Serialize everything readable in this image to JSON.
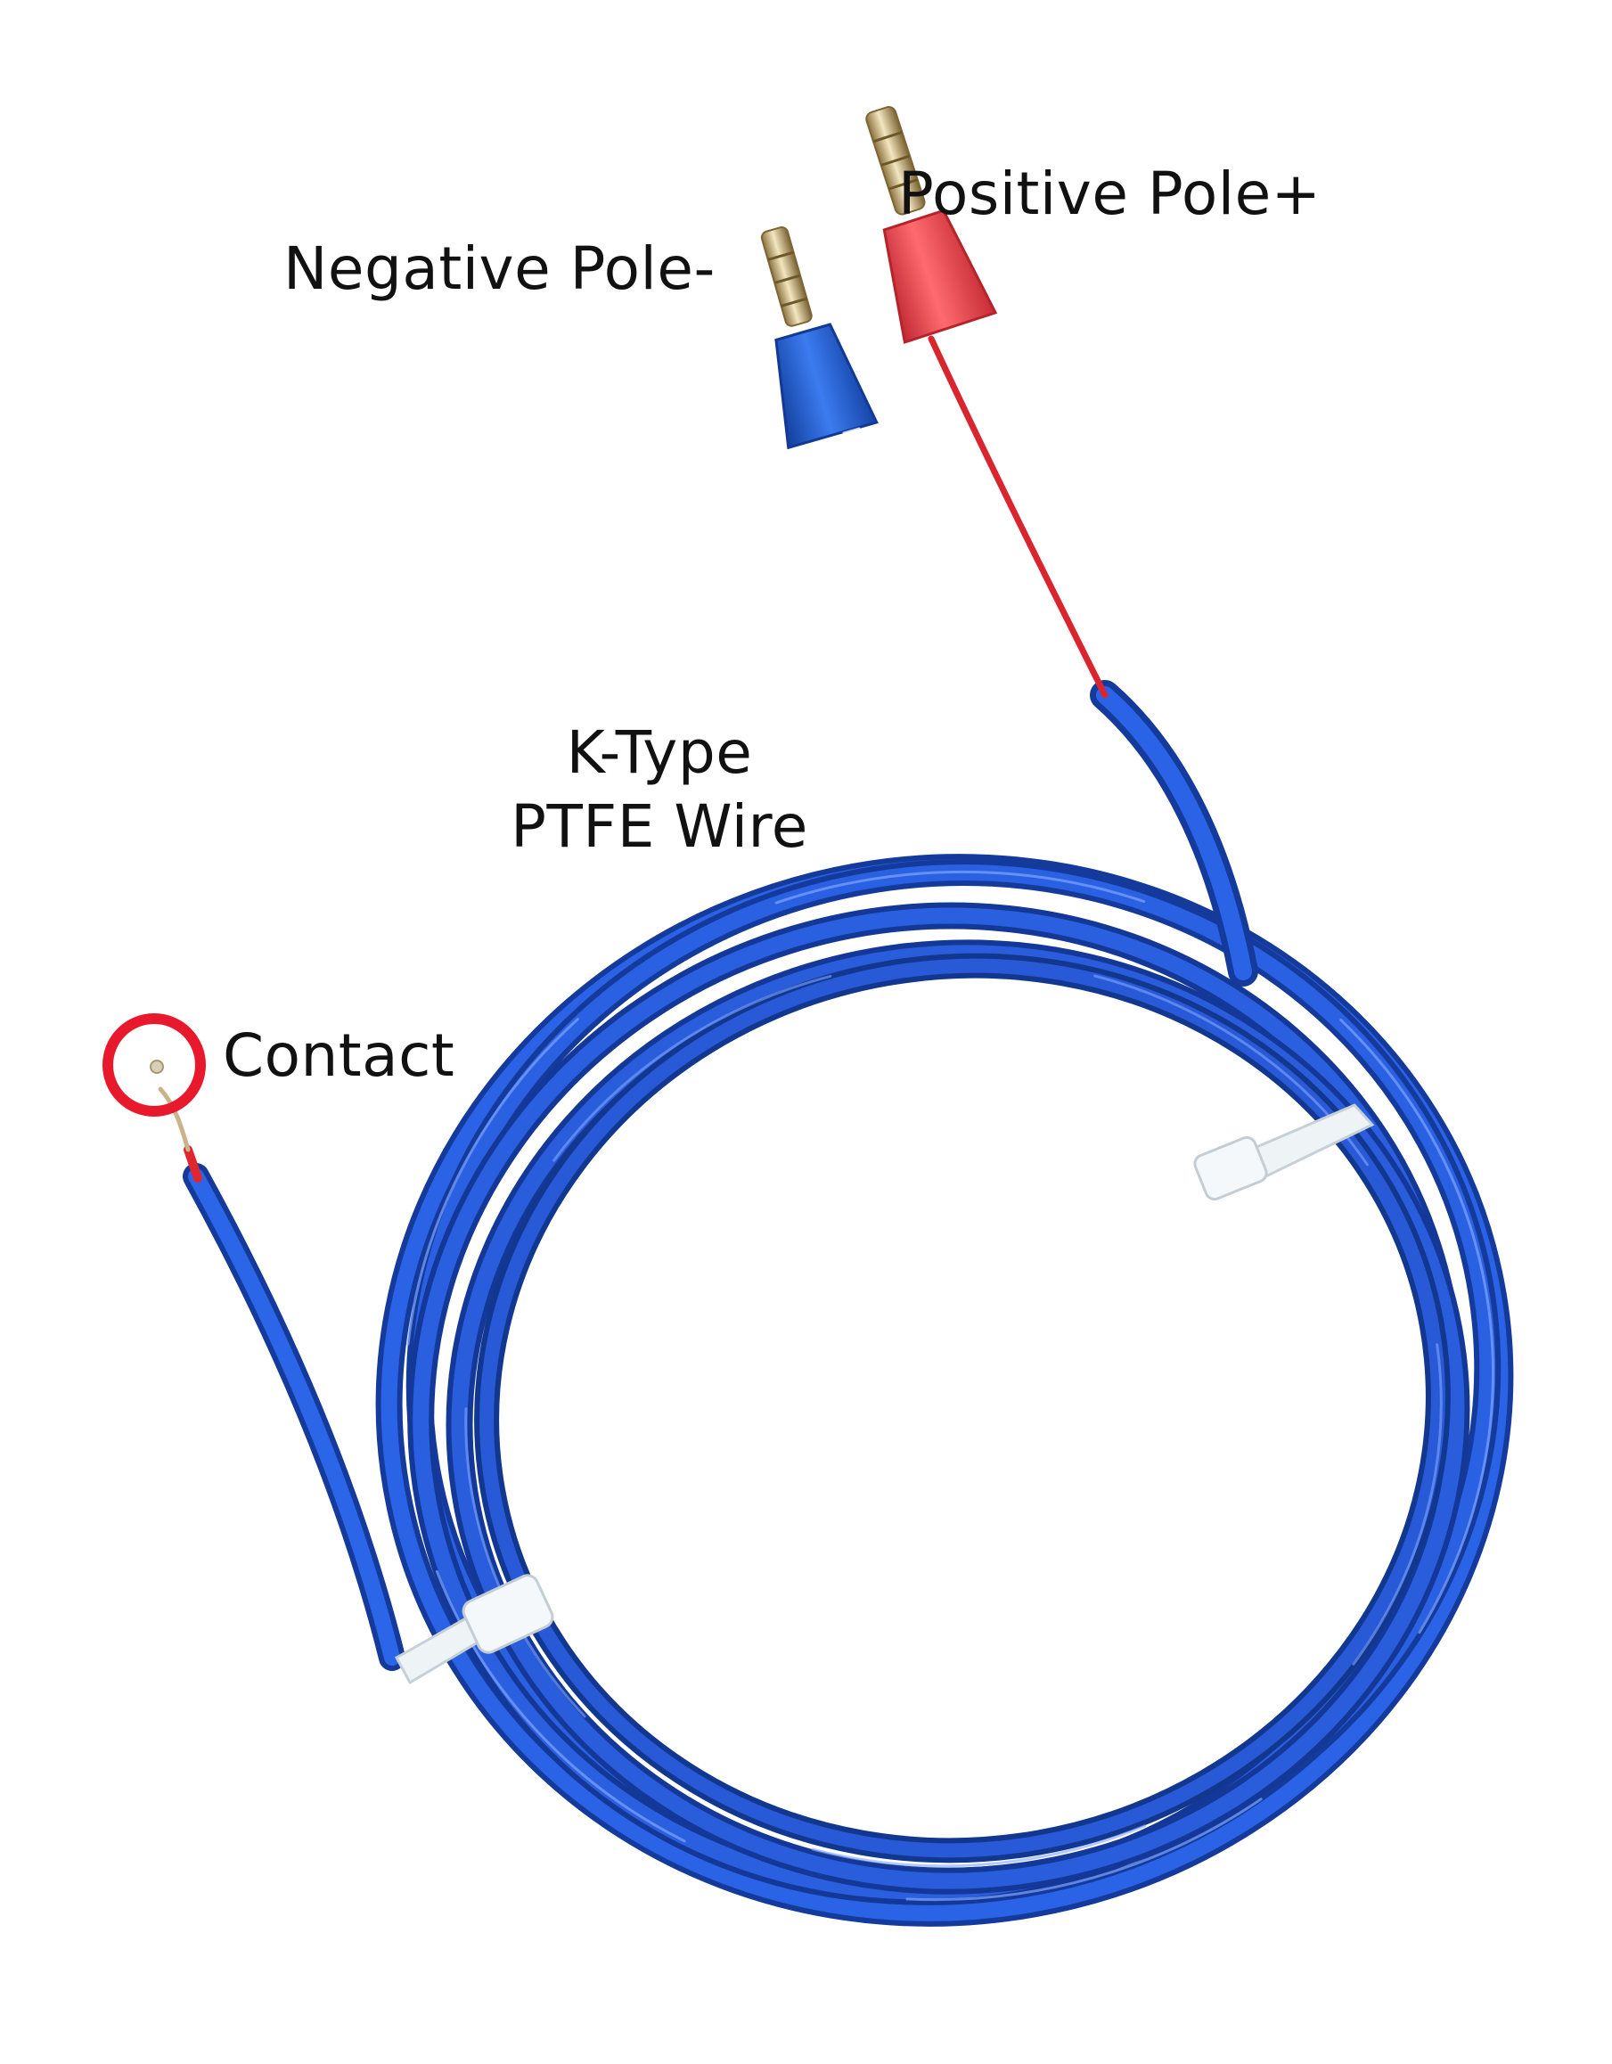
{
  "labels": {
    "positive_pole": "Positive Pole+",
    "negative_pole": "Negative Pole-",
    "wire_line1": "K-Type",
    "wire_line2": "PTFE Wire",
    "contact": "Contact"
  },
  "colors": {
    "background": "#ffffff",
    "cable_blue": "#1f4fd8",
    "wire_red": "#d9262e",
    "plug_red": "#f0474f",
    "plug_blue": "#1e5bd6",
    "highlight_ring": "#e8192c",
    "label_text": "#111111"
  },
  "icons": {
    "positive_plug": "red-banana-plug",
    "negative_plug": "blue-banana-plug",
    "contact_marker": "red-circle-highlight",
    "cable_ties": "cable-tie"
  }
}
